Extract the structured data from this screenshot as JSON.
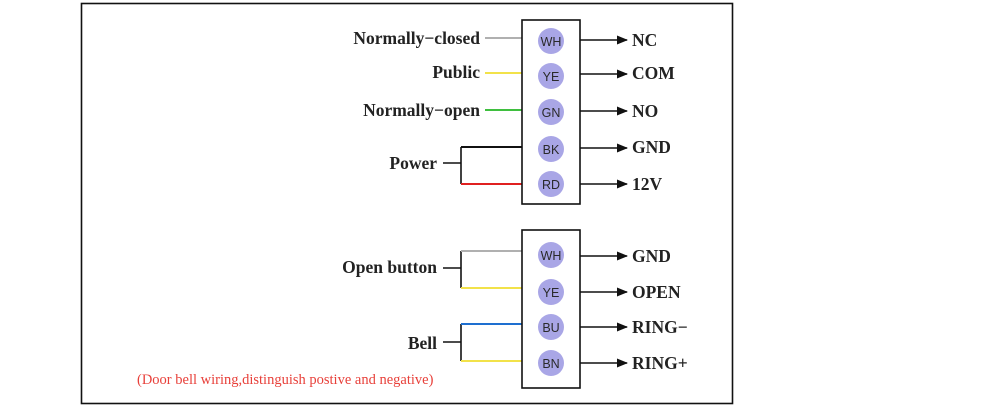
{
  "connector_a": {
    "inputs": [
      {
        "label": "Normally−closed",
        "wire_color": "#b0b0b0"
      },
      {
        "label": "Public",
        "wire_color": "#f2e24a"
      },
      {
        "label": "Normally−open",
        "wire_color": "#3fbf3f"
      }
    ],
    "power_label": "Power",
    "pins": [
      {
        "code": "WH",
        "output": "NC"
      },
      {
        "code": "YE",
        "output": "COM"
      },
      {
        "code": "GN",
        "output": "NO"
      },
      {
        "code": "BK",
        "output": "GND"
      },
      {
        "code": "RD",
        "output": "12V"
      }
    ],
    "power_wire_colors": [
      "#111111",
      "#e02020"
    ]
  },
  "connector_b": {
    "open_button_label": "Open button",
    "bell_label": "Bell",
    "pins": [
      {
        "code": "WH",
        "output": "GND"
      },
      {
        "code": "YE",
        "output": "OPEN"
      },
      {
        "code": "BU",
        "output": "RING−"
      },
      {
        "code": "BN",
        "output": "RING+"
      }
    ],
    "wire_colors": [
      "#b0b0b0",
      "#f2e24a",
      "#1e6fd0",
      "#f2e24a"
    ]
  },
  "note": "(Door bell wiring,distinguish postive and negative)",
  "style": {
    "pin_circle_color": "#a9a6e6"
  }
}
